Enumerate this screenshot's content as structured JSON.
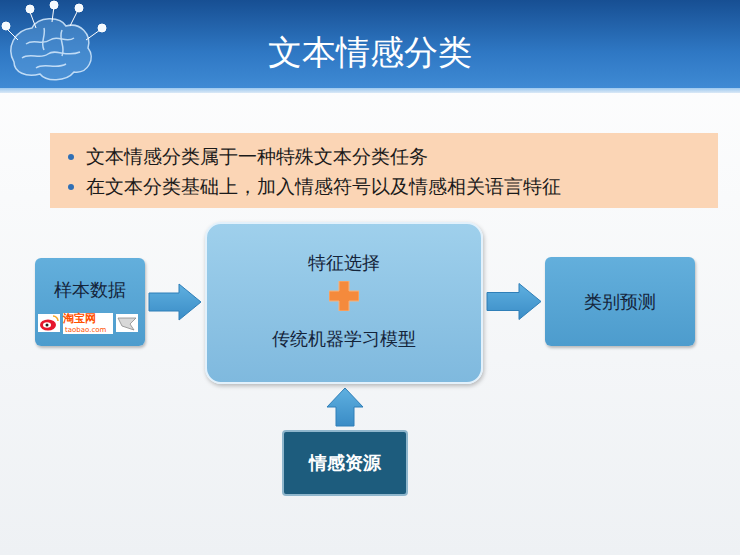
{
  "diagram": {
    "title": "文本情感分类",
    "nodes": [
      {
        "text": [
          "文本情感分类属于一种特殊文本分类任务",
          "在文本分类基础上，加入情感符号以及情感相关语言特征"
        ]
      },
      {
        "text": [
          "样本数据"
        ]
      },
      {
        "text": [
          "特征选择",
          "传统机器学习模型"
        ]
      },
      {
        "text": [
          "类别预测"
        ]
      },
      {
        "text": [
          "情感资源"
        ]
      }
    ],
    "edges": [
      {
        "from": 1,
        "to": 2,
        "arrow": "to"
      },
      {
        "from": 2,
        "to": 3,
        "arrow": "to"
      },
      {
        "from": 4,
        "to": 2,
        "arrow": "to"
      }
    ],
    "labels": [
      "淘宝网",
      "taobao.com"
    ]
  }
}
